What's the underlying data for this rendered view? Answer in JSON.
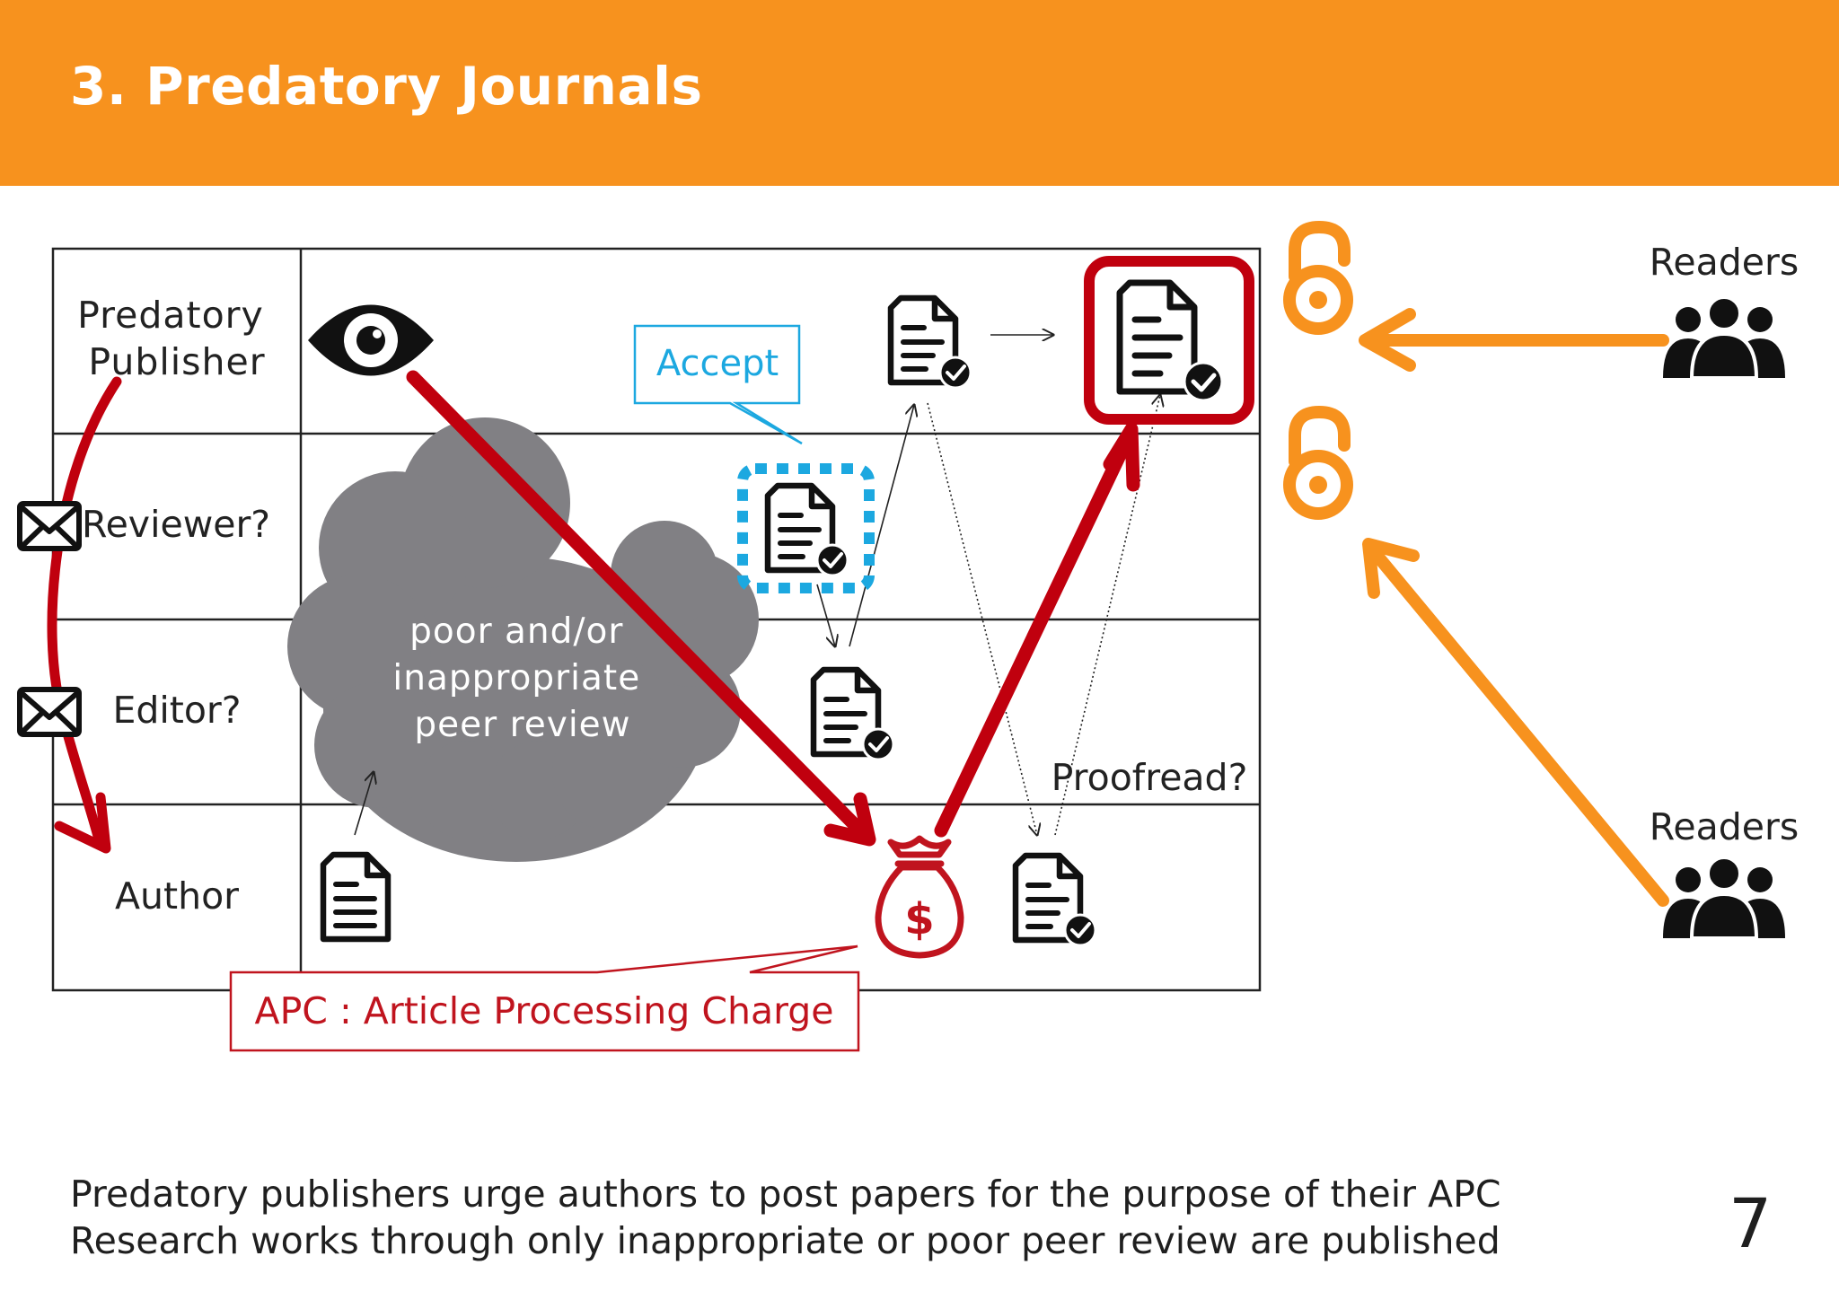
{
  "header": {
    "title": "3. Predatory Journals",
    "background_color": "#F7921E"
  },
  "diagram": {
    "rows": [
      "Predatory Publisher",
      "Reviewer?",
      "Editor?",
      "Author"
    ],
    "accept_callout": "Accept",
    "cloud_text": [
      "poor and/or",
      "inappropriate",
      "peer review"
    ],
    "proofread_label": "Proofread?",
    "apc_callout": "APC : Article Processing Charge",
    "readers_label": "Readers",
    "colors": {
      "red_arrow": "#C0000E",
      "orange_arrow": "#F7921E",
      "accept_blue": "#1CA8E0",
      "cloud_gray": "#818084",
      "apc_red": "#C0141E"
    },
    "icons": [
      "eye-icon",
      "document-icon",
      "document-check-icon",
      "envelope-icon",
      "money-bag-icon",
      "open-access-icon",
      "people-group-icon"
    ]
  },
  "footer": {
    "line1": "Predatory publishers urge authors to post papers for the purpose of their APC",
    "line2": "Research works through only inappropriate or poor peer review are published",
    "page_number": "7"
  }
}
